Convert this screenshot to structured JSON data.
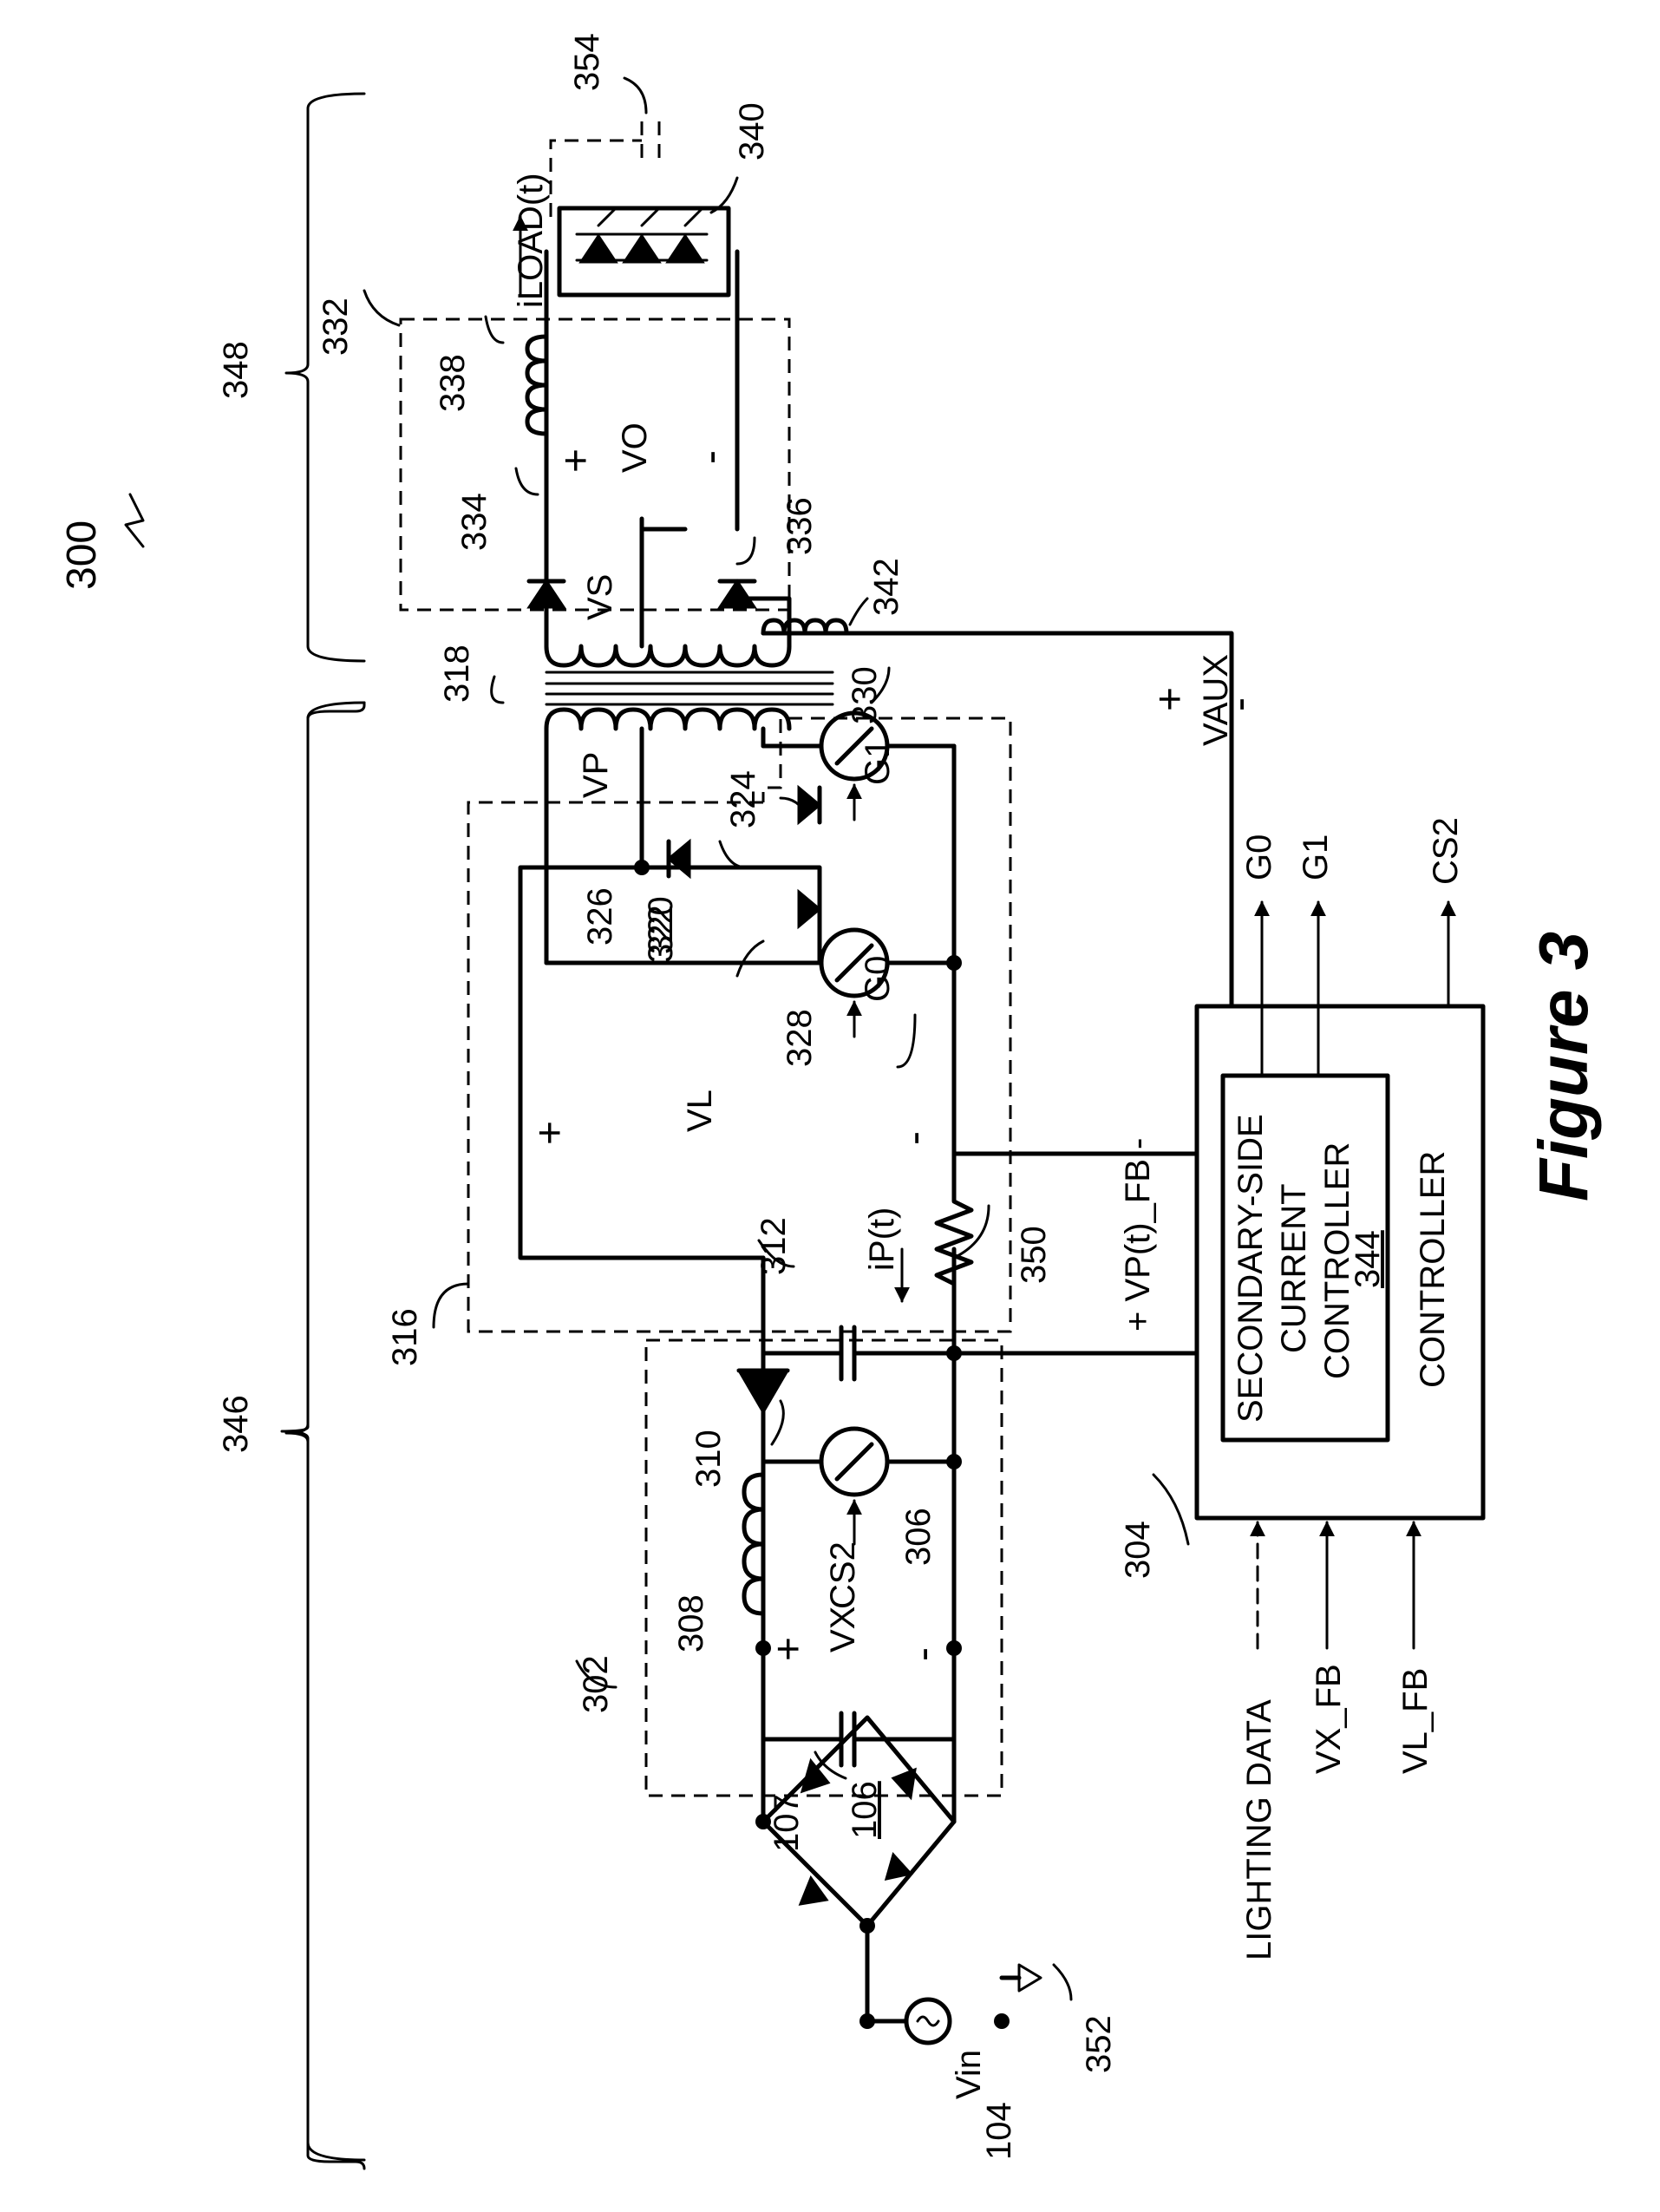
{
  "figure": {
    "title": "Figure 3",
    "refs": {
      "r300": "300",
      "r302": "302",
      "r304": "304",
      "r306": "306",
      "r308": "308",
      "r310": "310",
      "r312": "312",
      "r316": "316",
      "r318": "318",
      "r320": "320",
      "r322": "322",
      "r324": "324",
      "r326": "326",
      "r328": "328",
      "r330": "330",
      "r332": "332",
      "r334": "334",
      "r336": "336",
      "r338": "338",
      "r340": "340",
      "r342": "342",
      "r344": "344",
      "r346": "346",
      "r348": "348",
      "r350": "350",
      "r352": "352",
      "r354": "354",
      "r104": "104",
      "r106": "106",
      "r107": "107"
    },
    "labels": {
      "vin": "Vin",
      "vx": "VX",
      "vl": "VL",
      "vp": "VP",
      "vs": "VS",
      "vo": "VO",
      "vaux": "VAUX",
      "ip": "iP(t)",
      "iload": "iLOAD(t)",
      "vpfb": "+ VP(t)_FB -",
      "g0": "G0",
      "g1": "G1",
      "cs2": "CS2",
      "plus": "+",
      "minus": "-"
    },
    "controller": {
      "title": "CONTROLLER",
      "inner_line1": "SECONDARY-SIDE",
      "inner_line2": "CURRENT",
      "inner_line3": "CONTROLLER",
      "inner_ref": "344"
    },
    "inputs": {
      "lighting": "LIGHTING DATA",
      "vxfb": "VX_FB",
      "vlfb": "VL_FB"
    }
  }
}
